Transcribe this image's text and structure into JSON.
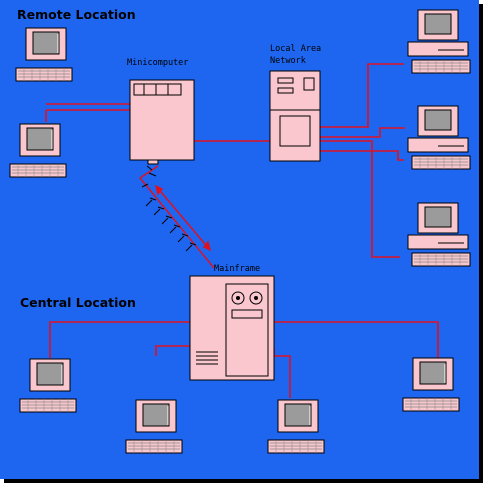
{
  "titles": {
    "remote": "Remote Location",
    "central": "Central Location"
  },
  "labels": {
    "minicomputer": "Minicomputer",
    "lan_line1": "Local Area",
    "lan_line2": "Network",
    "mainframe": "Mainframe"
  },
  "colors": {
    "background": "#1e66f0",
    "device": "#f9c7cd",
    "screen": "#9b9b9b",
    "link": "#e01020",
    "outline": "#000000"
  },
  "icons": {
    "terminal": "pc-terminal-icon",
    "desktop": "desktop-pc-icon",
    "minicomputer": "minicomputer-cabinet-icon",
    "lan_server": "tower-server-icon",
    "mainframe": "mainframe-cabinet-icon",
    "microwave_link": "microwave-link-icon"
  }
}
